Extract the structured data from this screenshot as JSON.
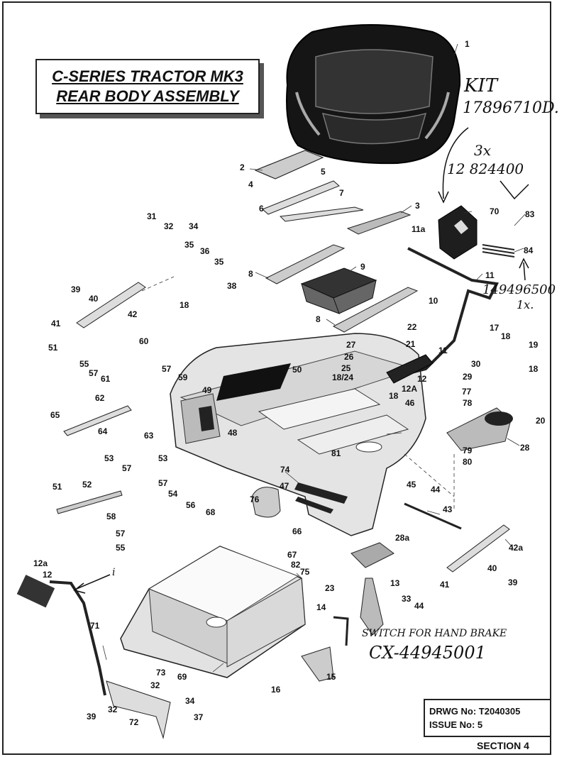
{
  "title": {
    "line1": "C-SERIES TRACTOR MK3",
    "line2": "REAR BODY ASSEMBLY"
  },
  "drawing_info": {
    "drawing_number": "DRWG No: T2040305",
    "issue": "ISSUE No: 5",
    "section": "SECTION 4"
  },
  "handwritten_notes": {
    "kit_label": "KIT",
    "kit_number": "17896710D.",
    "qty_3x": "3x",
    "part_3x": "12 824400",
    "part_1x": "149496500",
    "qty_1x": "1x.",
    "switch_note": "SWITCH FOR HAND BRAKE",
    "switch_part": "CX-44945001",
    "arrow_mark": "i"
  },
  "callouts": {
    "c1": "1",
    "c2": "2",
    "c3": "3",
    "c4": "4",
    "c5": "5",
    "c6": "6",
    "c7": "7",
    "c8a": "8",
    "c8b": "8",
    "c9": "9",
    "c10": "10",
    "c11a": "11a",
    "c11b": "11",
    "c11c": "11",
    "c12": "12",
    "c12A": "12A",
    "c12a": "12a",
    "c12b": "12",
    "c13": "13",
    "c14": "14",
    "c15": "15",
    "c16": "16",
    "c17": "17",
    "c18a": "18",
    "c18b": "18",
    "c18c": "18",
    "c18d": "18",
    "c1824": "18/24",
    "c19": "19",
    "c20": "20",
    "c21": "21",
    "c22": "22",
    "c23": "23",
    "c25": "25",
    "c26": "26",
    "c27": "27",
    "c28": "28",
    "c28a": "28a",
    "c29": "29",
    "c30": "30",
    "c31": "31",
    "c32a": "32",
    "c32b": "32",
    "c32c": "32",
    "c33": "33",
    "c34a": "34",
    "c34b": "34",
    "c35a": "35",
    "c35b": "35",
    "c36": "36",
    "c37": "37",
    "c38": "38",
    "c39a": "39",
    "c39b": "39",
    "c39c": "39",
    "c40a": "40",
    "c40b": "40",
    "c41a": "41",
    "c41b": "41",
    "c42": "42",
    "c42a": "42a",
    "c43": "43",
    "c44a": "44",
    "c44b": "44",
    "c45": "45",
    "c46": "46",
    "c47": "47",
    "c48": "48",
    "c49": "49",
    "c50": "50",
    "c51a": "51",
    "c51b": "51",
    "c52": "52",
    "c53a": "53",
    "c53b": "53",
    "c54": "54",
    "c55a": "55",
    "c55b": "55",
    "c56": "56",
    "c57a": "57",
    "c57b": "57",
    "c57c": "57",
    "c57d": "57",
    "c57e": "57",
    "c58": "58",
    "c59": "59",
    "c60": "60",
    "c61": "61",
    "c62": "62",
    "c63": "63",
    "c64": "64",
    "c65": "65",
    "c66": "66",
    "c67": "67",
    "c68": "68",
    "c69": "69",
    "c70": "70",
    "c71": "71",
    "c72": "72",
    "c73": "73",
    "c74": "74",
    "c75": "75",
    "c76": "76",
    "c77": "77",
    "c78": "78",
    "c79": "79",
    "c80": "80",
    "c81": "81",
    "c82": "82",
    "c83": "83",
    "c84": "84"
  }
}
